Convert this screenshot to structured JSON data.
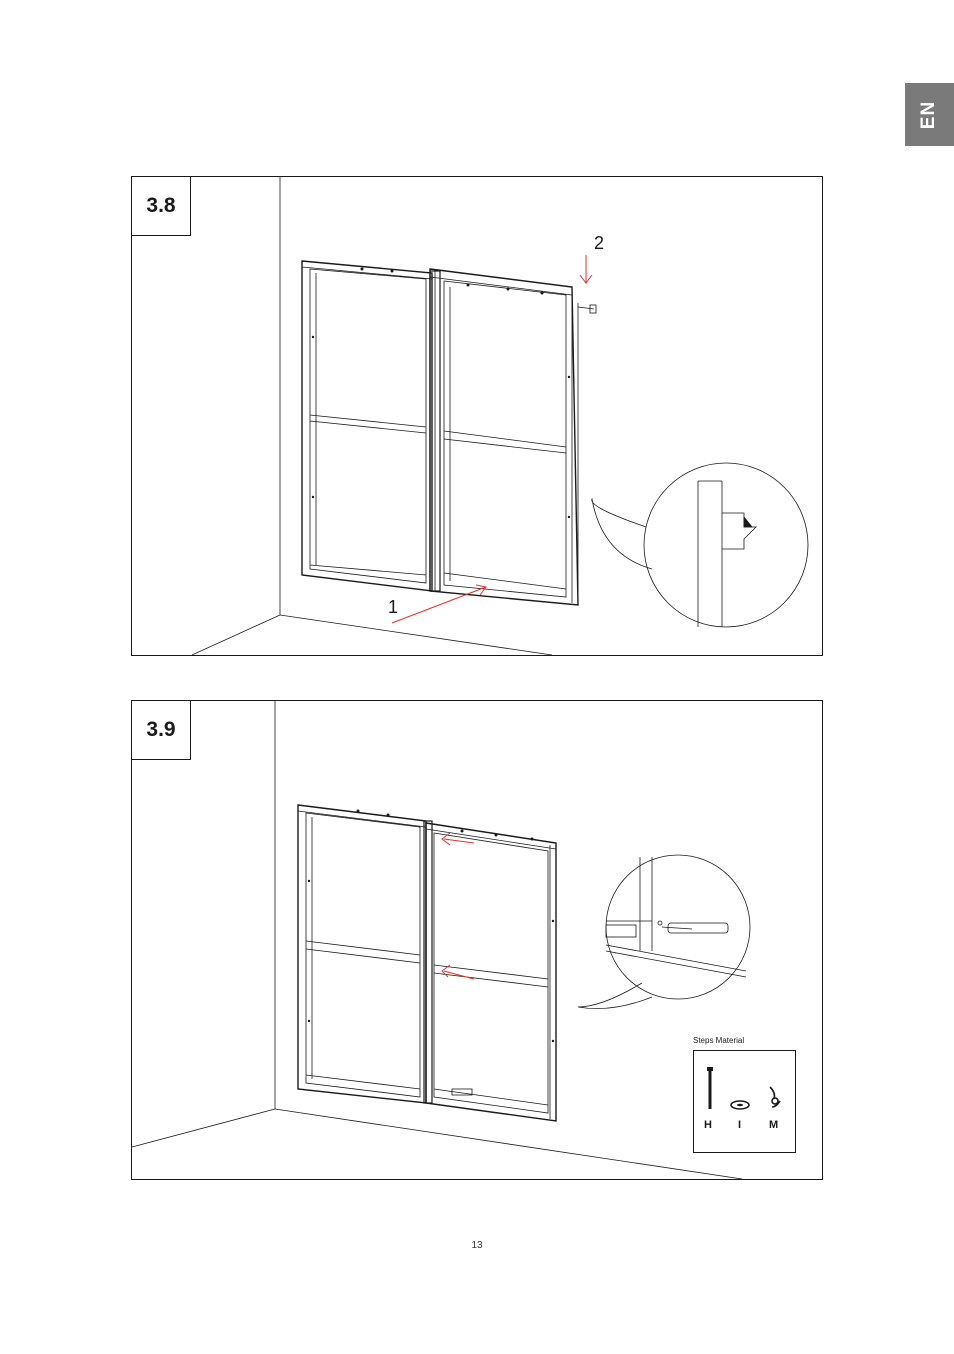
{
  "language_tab": "EN",
  "steps": [
    {
      "number": "3.8",
      "callouts": [
        "1",
        "2"
      ]
    },
    {
      "number": "3.9",
      "materials": {
        "caption": "Steps Material",
        "items": [
          {
            "label": "H",
            "icon": "bolt-icon"
          },
          {
            "label": "I",
            "icon": "washer-icon"
          },
          {
            "label": "M",
            "icon": "wing-nut-icon"
          }
        ]
      }
    }
  ],
  "colors": {
    "arrow": "#e53030",
    "tab": "#7a7a7a",
    "line": "#1a1a1a"
  },
  "page_number": "13"
}
